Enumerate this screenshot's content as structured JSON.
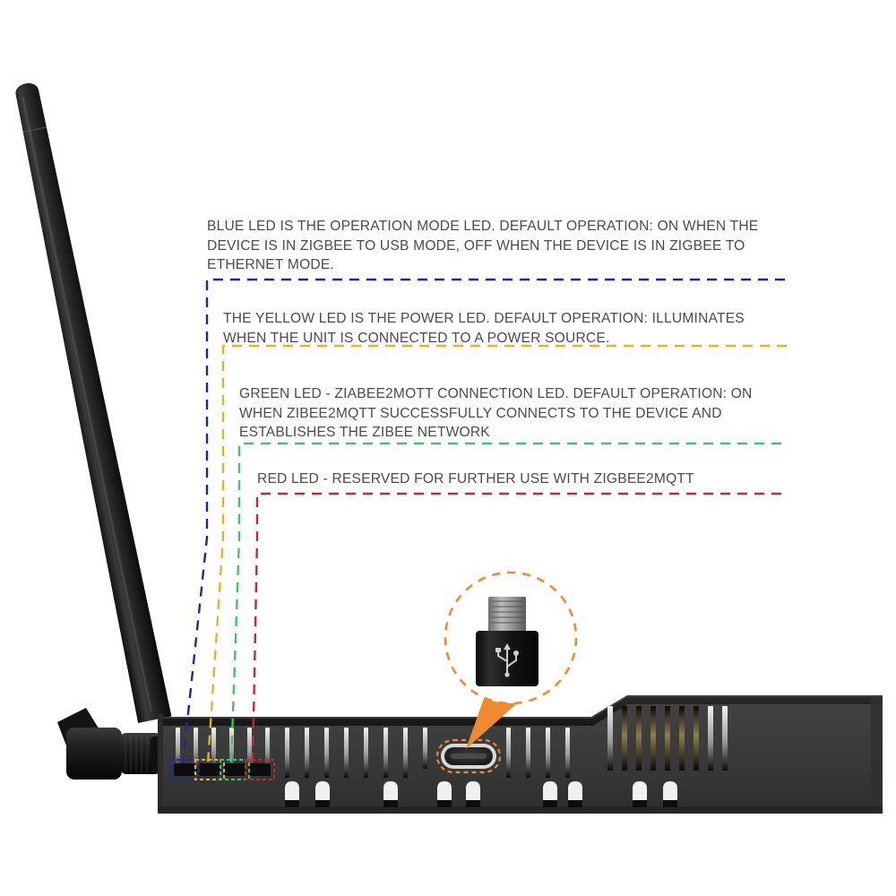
{
  "page": {
    "background_color": "#ffffff",
    "text_color": "#4b4b4b",
    "title": "Zigbee Gateway LED Indicator Diagram"
  },
  "callouts": [
    {
      "id": "blue-led",
      "led_name": "blue-led",
      "color": "#2323a8",
      "text": "BLUE LED IS THE OPERATION MODE LED. DEFAULT OPERATION: ON WHEN THE DEVICE IS IN ZIGBEE TO USB MODE, OFF WHEN THE DEVICE IS IN ZIGBEE TO ETHERNET MODE."
    },
    {
      "id": "yellow-led",
      "led_name": "yellow-led",
      "color": "#e5b329",
      "text": "THE YELLOW LED IS THE POWER LED. DEFAULT OPERATION: ILLUMINATES WHEN THE UNIT IS CONNECTED TO A POWER SOURCE."
    },
    {
      "id": "green-led",
      "led_name": "green-led",
      "color": "#3fc46b",
      "text": "GREEN LED - ZIABEE2MOTT CONNECTION LED. DEFAULT OPERATION: ON WHEN ZIBEE2MQTT SUCCESSFULLY CONNECTS TO THE DEVICE AND ESTABLISHES THE ZIBEE NETWORK"
    },
    {
      "id": "red-led",
      "led_name": "red-led",
      "color": "#c42a2a",
      "text": "RED LED - RESERVED FOR FURTHER USE WITH ZIGBEE2MQTT"
    }
  ],
  "usb_callout": {
    "highlight_color": "#e8883a",
    "circle_label": "usb-c-connector-closeup",
    "port_label": "usb-c-port",
    "arrow_label": "usb-callout-arrow",
    "connector_symbol": "usb-trident-symbol"
  },
  "device": {
    "name": "zigbee-gateway",
    "body_color": "#3a3a3a",
    "top_color": "#242424",
    "antenna_label": "wifi-antenna",
    "antenna_color": "#1d1d1d",
    "led_indicators": [
      {
        "name": "blue-led-indicator",
        "outline_color": "#2323a8"
      },
      {
        "name": "yellow-led-indicator",
        "outline_color": "#e5b329"
      },
      {
        "name": "green-led-indicator",
        "outline_color": "#3fc46b"
      },
      {
        "name": "red-led-indicator",
        "outline_color": "#c42a2a"
      }
    ]
  }
}
